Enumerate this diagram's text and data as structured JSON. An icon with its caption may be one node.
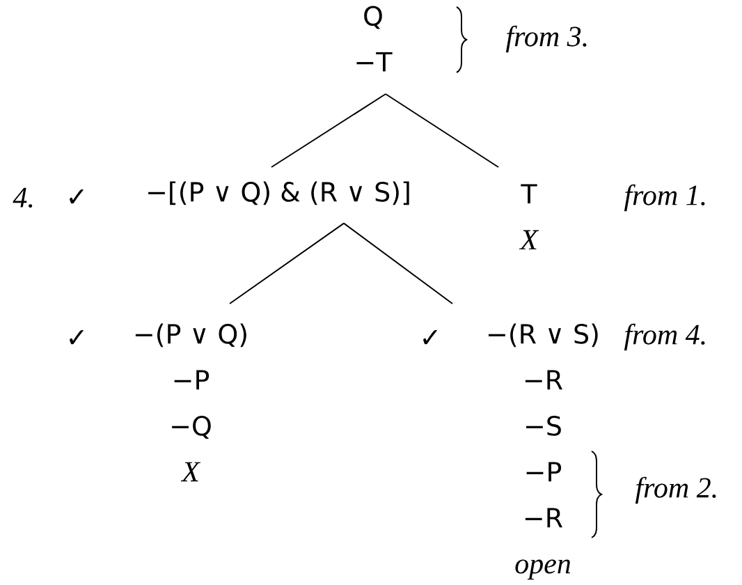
{
  "diagram": {
    "nodes": [
      {
        "text": [
          "Q",
          "−T"
        ],
        "beside": [
          "from 3."
        ]
      },
      {
        "text": [
          "−[(P ∨ Q) & (R ∨ S)]"
        ],
        "beside": [
          "4.",
          "✓"
        ]
      },
      {
        "text": [
          "T",
          "X"
        ],
        "beside": [
          "from 1."
        ]
      },
      {
        "text": [
          "−(P ∨ Q)",
          "−P",
          "−Q",
          "X"
        ],
        "beside": [
          "✓"
        ]
      },
      {
        "text": [
          "−(R ∨ S)",
          "−R",
          "−S",
          "−P",
          "−R",
          "open"
        ],
        "beside": [
          "✓",
          "from 4.",
          "from 2."
        ]
      }
    ],
    "edges": [
      {
        "from": 0,
        "to": 1,
        "arrow": "none"
      },
      {
        "from": 0,
        "to": 2,
        "arrow": "none"
      },
      {
        "from": 1,
        "to": 3,
        "arrow": "none"
      },
      {
        "from": 1,
        "to": 4,
        "arrow": "none"
      }
    ]
  }
}
